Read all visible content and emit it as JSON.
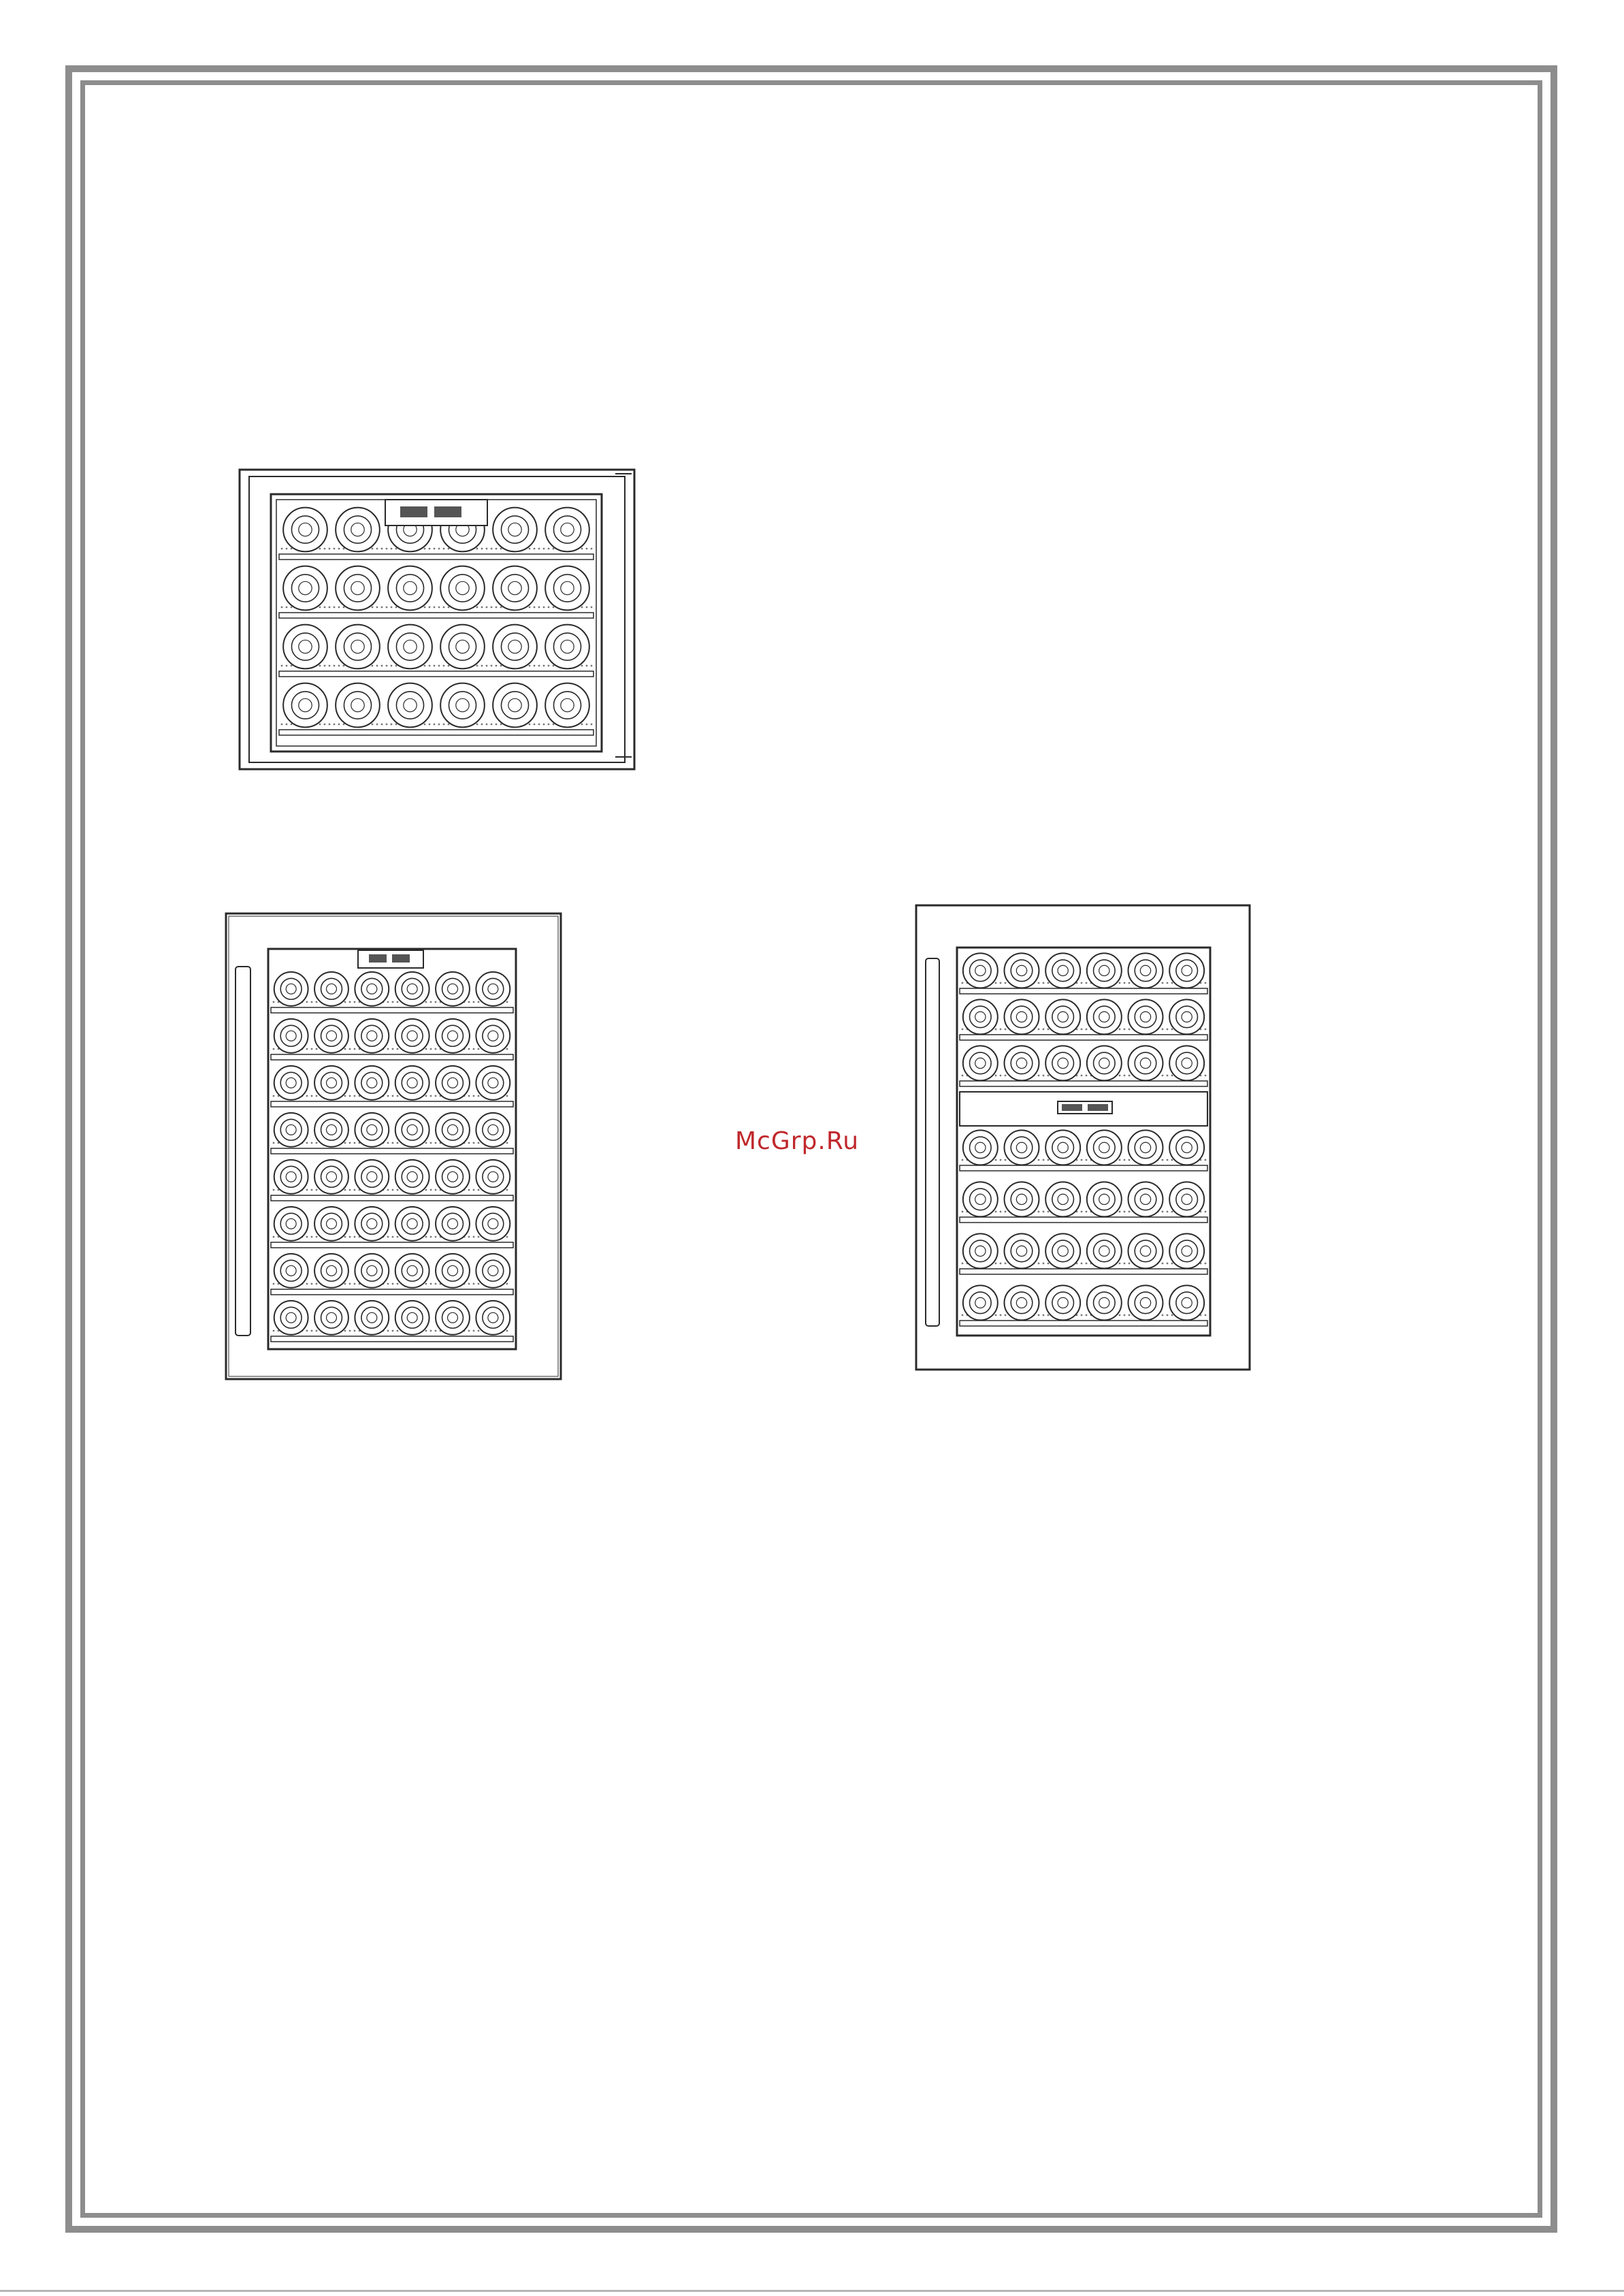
{
  "page": {
    "watermark": "McGrp.Ru"
  },
  "figures": [
    {
      "id": "fig-1",
      "name": "wine-cooler-small-front",
      "bottle_rows": 4,
      "bottles_per_row": 6,
      "control_panel": "top"
    },
    {
      "id": "fig-2",
      "name": "wine-cooler-single-zone-front",
      "bottle_rows": 8,
      "bottles_per_row": 6,
      "control_panel": "top"
    },
    {
      "id": "fig-3",
      "name": "wine-cooler-dual-zone-front",
      "bottle_rows": 7,
      "bottles_per_row": 6,
      "control_panel": "middle"
    }
  ],
  "colors": {
    "frame": "#8d8d8d",
    "line": "#2a2a2a",
    "watermark": "#c0282c"
  }
}
